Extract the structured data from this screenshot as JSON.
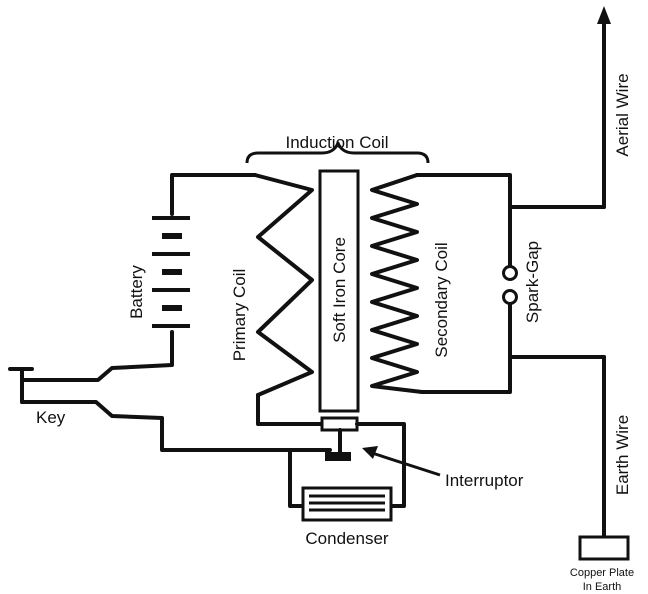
{
  "labels": {
    "induction_coil": "Induction Coil",
    "aerial_wire": "Aerial Wire",
    "battery": "Battery",
    "primary_coil": "Primary Coil",
    "soft_iron_core": "Soft Iron Core",
    "secondary_coil": "Secondary Coil",
    "spark_gap": "Spark-Gap",
    "key": "Key",
    "interruptor": "Interruptor",
    "condenser": "Condenser",
    "earth_wire": "Earth Wire",
    "copper_plate_line1": "Copper Plate",
    "copper_plate_line2": "In Earth"
  },
  "colors": {
    "ink": "#111111",
    "background": "#ffffff"
  }
}
